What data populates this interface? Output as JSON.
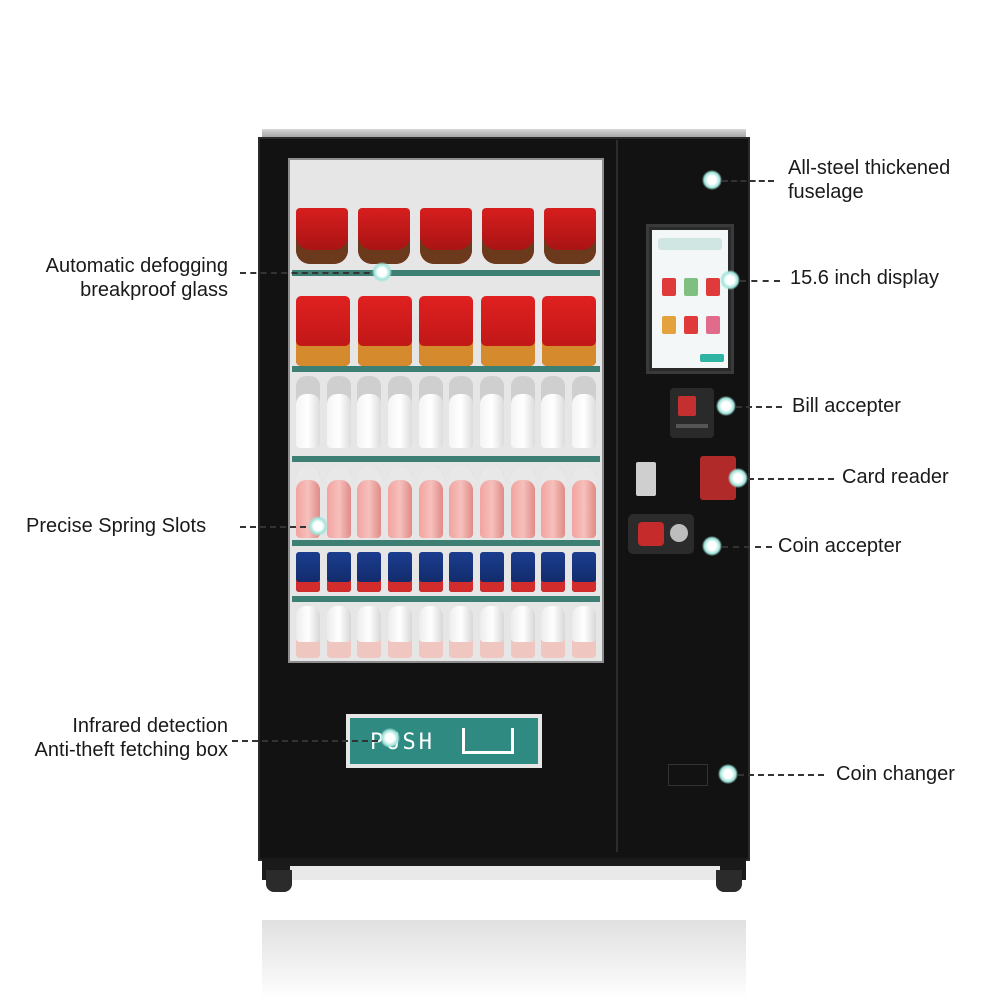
{
  "callouts": {
    "fuselage": {
      "line1": "All-steel thickened",
      "line2": "fuselage"
    },
    "display": "15.6 inch display",
    "glass": {
      "line1": "Automatic defogging",
      "line2": "breakproof glass"
    },
    "bill": "Bill accepter",
    "card": "Card reader",
    "spring": "Precise Spring Slots",
    "coin_accepter": "Coin accepter",
    "fetch": {
      "line1": "Infrared detection",
      "line2": "Anti-theft fetching box"
    },
    "coin_changer": "Coin changer"
  },
  "push_label": "PUSH",
  "colors": {
    "body": "#121212",
    "accent": "#2f8b82",
    "callout_dot": "#9fe3da"
  }
}
